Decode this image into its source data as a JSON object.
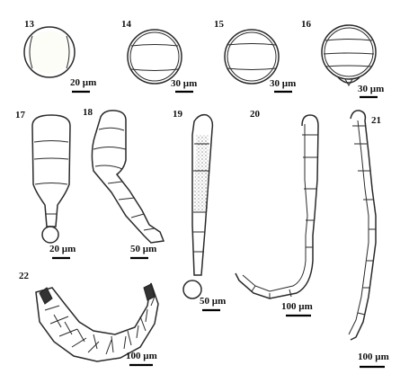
{
  "figures": [
    {
      "number": "13",
      "scale": "20 µm"
    },
    {
      "number": "14",
      "scale": "30 µm"
    },
    {
      "number": "15",
      "scale": "30 µm"
    },
    {
      "number": "16",
      "scale": "30 µm"
    },
    {
      "number": "17",
      "scale": "20 µm"
    },
    {
      "number": "18",
      "scale": "50 µm"
    },
    {
      "number": "19",
      "scale": "50 µm"
    },
    {
      "number": "20",
      "scale": "100 µm"
    },
    {
      "number": "21",
      "scale": "100 µm"
    },
    {
      "number": "22",
      "scale": "100 µm"
    }
  ],
  "colors": {
    "stroke": "#2a2a2a",
    "granules": "#8f9a3a",
    "background": "#ffffff"
  }
}
